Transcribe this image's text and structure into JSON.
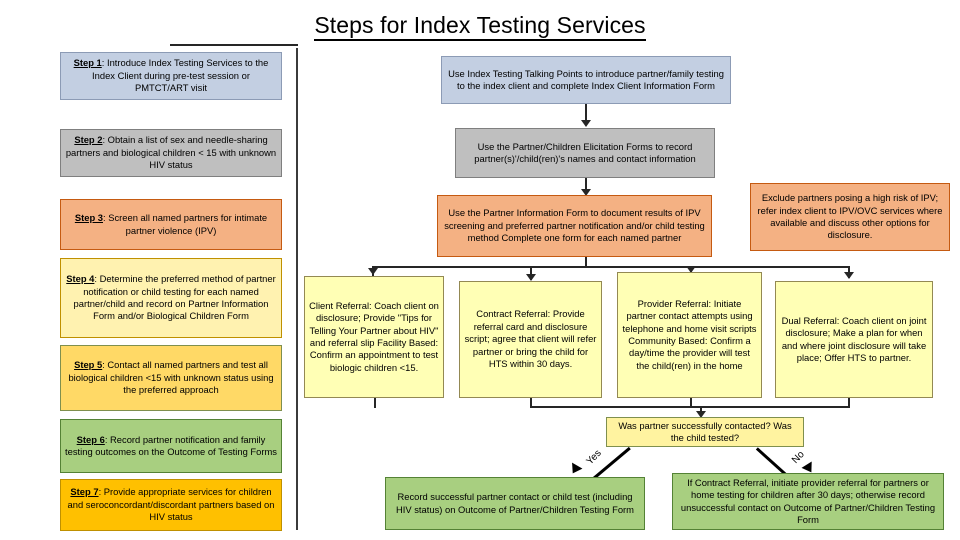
{
  "title": "Steps for Index Testing Services",
  "left_column": {
    "steps": [
      {
        "name": "step-1",
        "label": "Step 1",
        "text": ": Introduce Index Testing Services to the Index Client during pre-test session or PMTCT/ART visit",
        "color": "#c3cfe2"
      },
      {
        "name": "step-2",
        "label": "Step 2",
        "text": ": Obtain a list of sex and needle-sharing partners and biological children < 15 with unknown HIV status",
        "color": "#bfbfbf"
      },
      {
        "name": "step-3",
        "label": "Step 3",
        "text": ": Screen all named partners for intimate partner violence (IPV)",
        "color": "#f4b183"
      },
      {
        "name": "step-4",
        "label": "Step 4",
        "text": ": Determine the preferred method of partner notification or child testing for each named partner/child and record on Partner Information Form and/or Biological Children Form",
        "color": "#fff2b0"
      },
      {
        "name": "step-5",
        "label": "Step 5",
        "text": ": Contact all named partners and test all biological children <15 with unknown status using the preferred approach",
        "color": "#ffd966"
      },
      {
        "name": "step-6",
        "label": "Step 6",
        "text": ": Record partner notification and family testing outcomes on the Outcome of Testing Forms",
        "color": "#a8cf80"
      },
      {
        "name": "step-7",
        "label": "Step 7",
        "text": ": Provide appropriate services for children and seroconcordant/discordant partners based on HIV status",
        "color": "#ffc000"
      }
    ]
  },
  "flow": {
    "talking_points": "Use Index Testing Talking Points to introduce partner/family testing to the index client and complete Index Client Information Form",
    "elicitation": "Use the Partner/Children Elicitation Forms to record partner(s)'/child(ren)'s names and contact information",
    "partner_info_form": "Use the Partner Information Form to document results of IPV screening and preferred partner notification and/or child testing method Complete one form for each named partner",
    "exclude_partners": "Exclude partners posing a high risk of IPV; refer index client to IPV/OVC services where available and discuss other options for disclosure.",
    "referrals": [
      {
        "name": "client-referral",
        "text": "Client Referral: Coach client on disclosure; Provide \"Tips for Telling Your Partner about HIV\" and referral slip Facility Based: Confirm an appointment to test biologic children <15."
      },
      {
        "name": "contract-referral",
        "text": "Contract Referral: Provide referral card and disclosure script; agree that client will refer partner or bring the child for HTS within 30 days."
      },
      {
        "name": "provider-referral",
        "text": "Provider Referral: Initiate partner contact attempts using telephone and home visit scripts Community Based: Confirm a day/time the provider will test the child(ren) in the home"
      },
      {
        "name": "dual-referral",
        "text": "Dual Referral: Coach client on joint disclosure; Make a plan for when and where joint disclosure will take place; Offer HTS to partner."
      }
    ],
    "decision": "Was partner successfully contacted? Was the child tested?",
    "decision_yes_label": "Yes",
    "decision_no_label": "No",
    "outcome_yes": "Record successful partner contact or child test (including HIV status) on Outcome of Partner/Children Testing Form",
    "outcome_no": "If Contract Referral, initiate provider referral for partners or home testing for children after 30 days; otherwise record unsuccessful contact on Outcome of Partner/Children Testing Form"
  }
}
